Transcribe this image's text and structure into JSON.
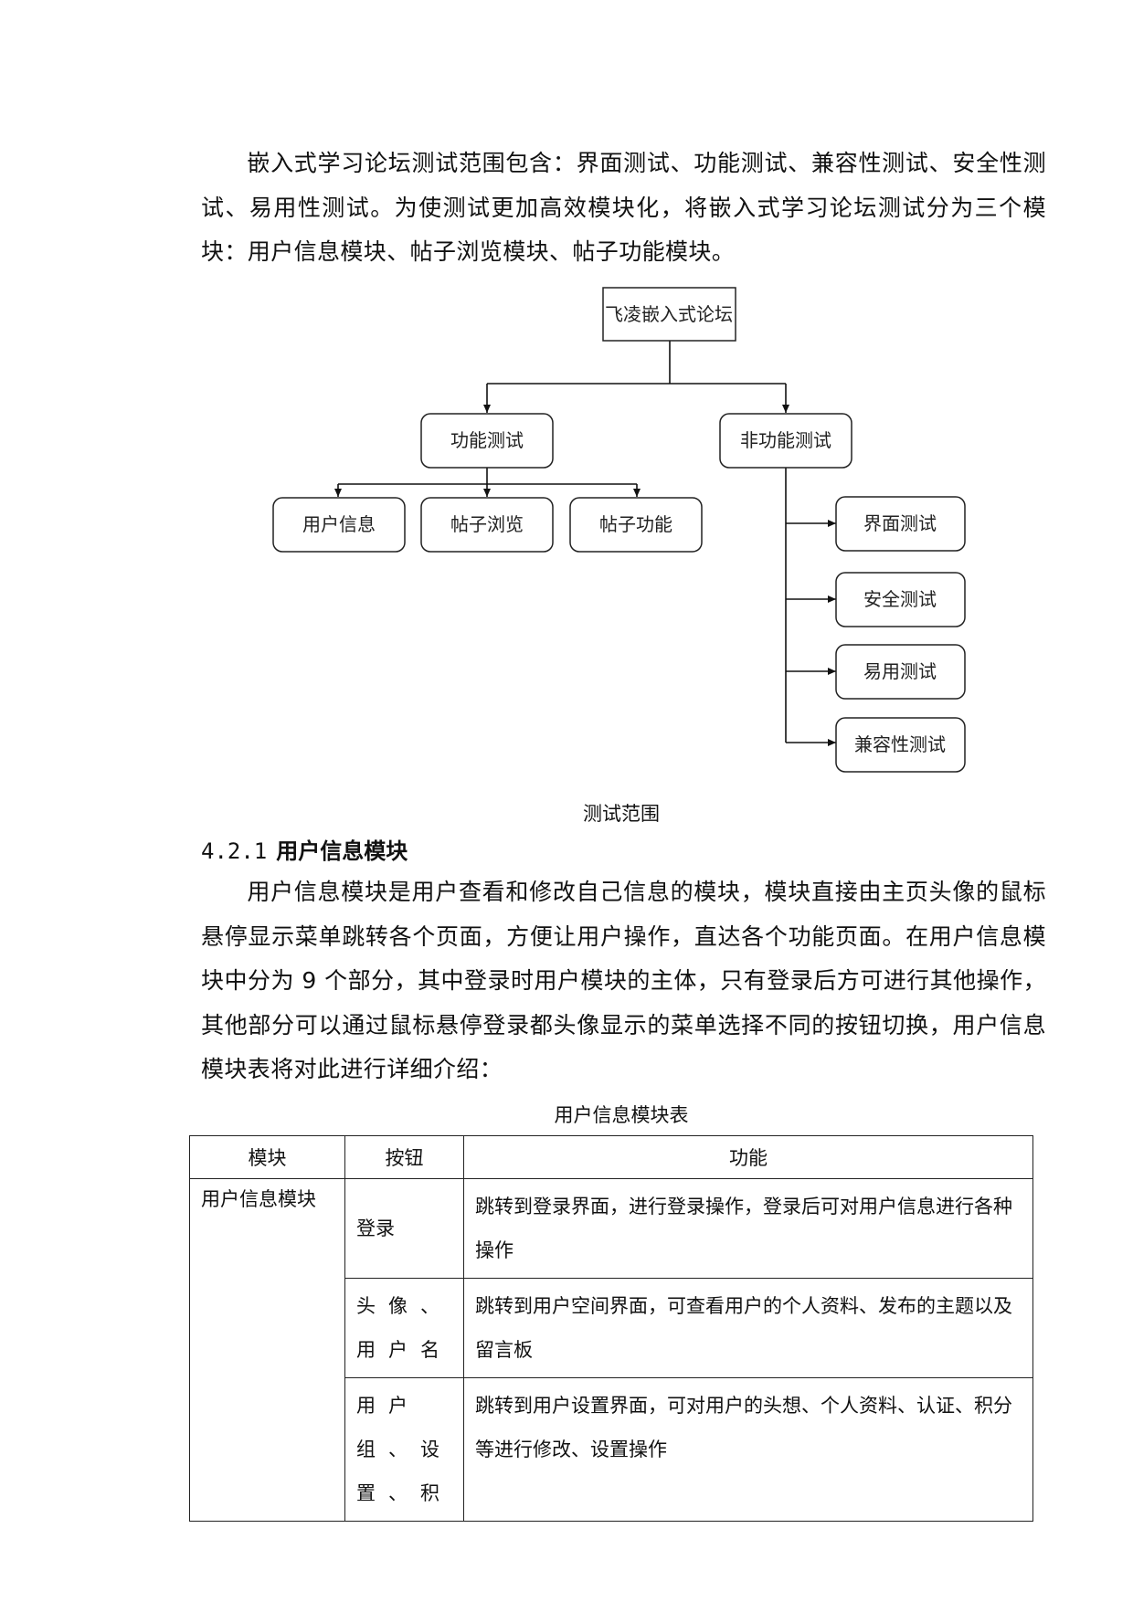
{
  "intro_paragraph": "嵌入式学习论坛测试范围包含：界面测试、功能测试、兼容性测试、安全性测试、易用性测试。为使测试更加高效模块化，将嵌入式学习论坛测试分为三个模块：用户信息模块、帖子浏览模块、帖子功能模块。",
  "diagram": {
    "root": "飞凌嵌入式论坛",
    "functional": "功能测试",
    "non_functional": "非功能测试",
    "functional_children": [
      "用户信息",
      "帖子浏览",
      "帖子功能"
    ],
    "non_functional_children": [
      "界面测试",
      "安全测试",
      "易用测试",
      "兼容性测试"
    ]
  },
  "figure_caption": "测试范围",
  "section": {
    "number": "4.2.1",
    "title": "用户信息模块"
  },
  "section_paragraph": "用户信息模块是用户查看和修改自己信息的模块，模块直接由主页头像的鼠标悬停显示菜单跳转各个页面，方便让用户操作，直达各个功能页面。在用户信息模块中分为 9 个部分，其中登录时用户模块的主体，只有登录后方可进行其他操作，其他部分可以通过鼠标悬停登录都头像显示的菜单选择不同的按钮切换，用户信息模块表将对此进行详细介绍：",
  "table_caption": "用户信息模块表",
  "table": {
    "headers": [
      "模块",
      "按钮",
      "功能"
    ],
    "module_name": "用户信息模块",
    "rows": [
      {
        "button": "登录",
        "function": "跳转到登录界面，进行登录操作，登录后可对用户信息进行各种操作"
      },
      {
        "button": "头像、用户名",
        "function": "跳转到用户空间界面，可查看用户的个人资料、发布的主题以及留言板"
      },
      {
        "button": "用户组、设置、积",
        "function": "跳转到用户设置界面，可对用户的头想、个人资料、认证、积分等进行修改、设置操作"
      }
    ]
  }
}
